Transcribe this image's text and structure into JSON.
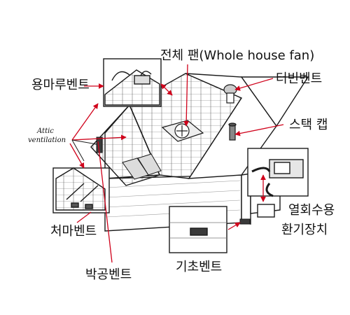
{
  "labels": {
    "ridge_vent": "용마루벤트",
    "whole_house_fan": "전체 팬(Whole house fan)",
    "turbine_vent": "터빈벤트",
    "attic_ventilation_line1": "Attic",
    "attic_ventilation_line2": "ventilation",
    "stack_cap": "스택 캡",
    "soffit_vent": "처마벤트",
    "heat_recovery_line1": "열회수용",
    "heat_recovery_line2": "환기장치",
    "foundation_vent": "기초벤트",
    "gable_vent": "박공벤트"
  },
  "colors": {
    "line_art": "#1a1a1a",
    "arrow_red": "#d0021b",
    "background": "#ffffff"
  }
}
